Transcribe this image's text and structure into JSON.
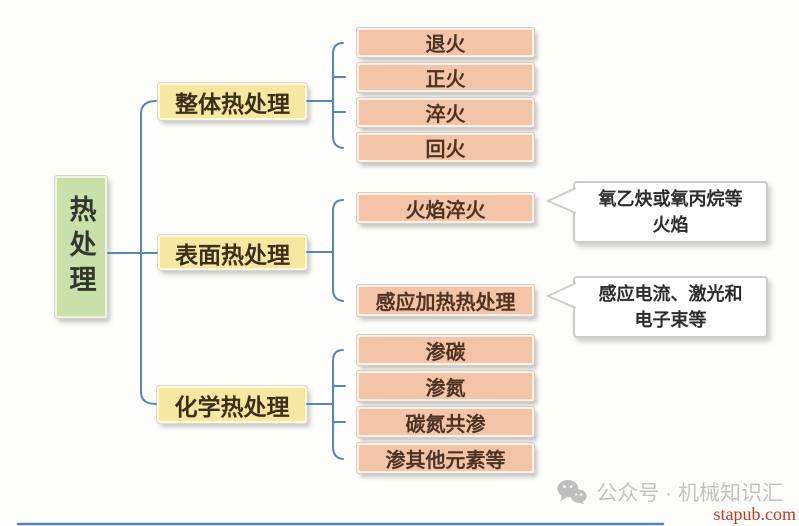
{
  "root": {
    "label": "热处理"
  },
  "branches": [
    {
      "label": "整体热处理",
      "children": [
        {
          "label": "退火"
        },
        {
          "label": "正火"
        },
        {
          "label": "淬火"
        },
        {
          "label": "回火"
        }
      ]
    },
    {
      "label": "表面热处理",
      "children": [
        {
          "label": "火焰淬火",
          "note_line1": "氧乙炔或氧丙烷等",
          "note_line2": "火焰"
        },
        {
          "label": "感应加热热处理",
          "note_line1": "感应电流、激光和",
          "note_line2": "电子束等"
        }
      ]
    },
    {
      "label": "化学热处理",
      "children": [
        {
          "label": "渗碳"
        },
        {
          "label": "渗氮"
        },
        {
          "label": "碳氮共渗"
        },
        {
          "label": "渗其他元素等"
        }
      ]
    }
  ],
  "watermark": {
    "account": "公众号 · 机械知识汇",
    "site": "stapub.com"
  },
  "colors": {
    "root_fill": "#c9e0ab",
    "branch_fill": "#f8e79f",
    "leaf_fill": "#f3c4a8",
    "connector_blue": "#4f87c2",
    "watermark_gray": "#c2c2c2",
    "site_red": "#c0391e"
  }
}
